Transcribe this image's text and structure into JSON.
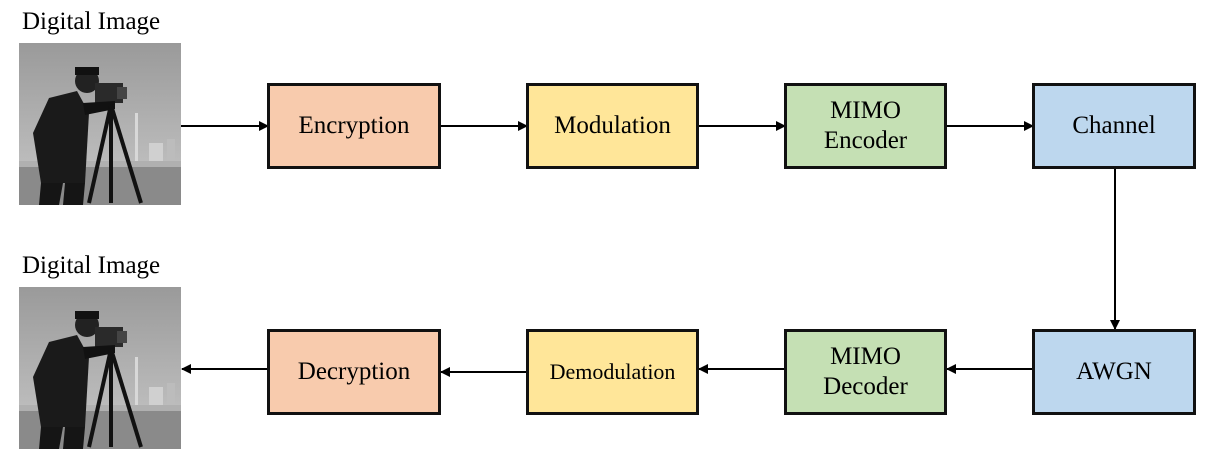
{
  "input": {
    "caption": "Digital Image",
    "image": "cameraman-photo"
  },
  "output": {
    "caption": "Digital Image",
    "image": "cameraman-photo"
  },
  "blocks": {
    "encryption": {
      "label": "Encryption",
      "color": "#f8cbad"
    },
    "modulation": {
      "label": "Modulation",
      "color": "#ffe699"
    },
    "mimo_encoder": {
      "line1": "MIMO",
      "line2": "Encoder",
      "color": "#c5e0b4"
    },
    "channel": {
      "label": "Channel",
      "color": "#bdd7ee"
    },
    "awgn": {
      "label": "AWGN",
      "color": "#bdd7ee"
    },
    "mimo_decoder": {
      "line1": "MIMO",
      "line2": "Decoder",
      "color": "#c5e0b4"
    },
    "demodulation": {
      "label": "Demodulation",
      "color": "#ffe699"
    },
    "decryption": {
      "label": "Decryption",
      "color": "#f8cbad"
    }
  }
}
